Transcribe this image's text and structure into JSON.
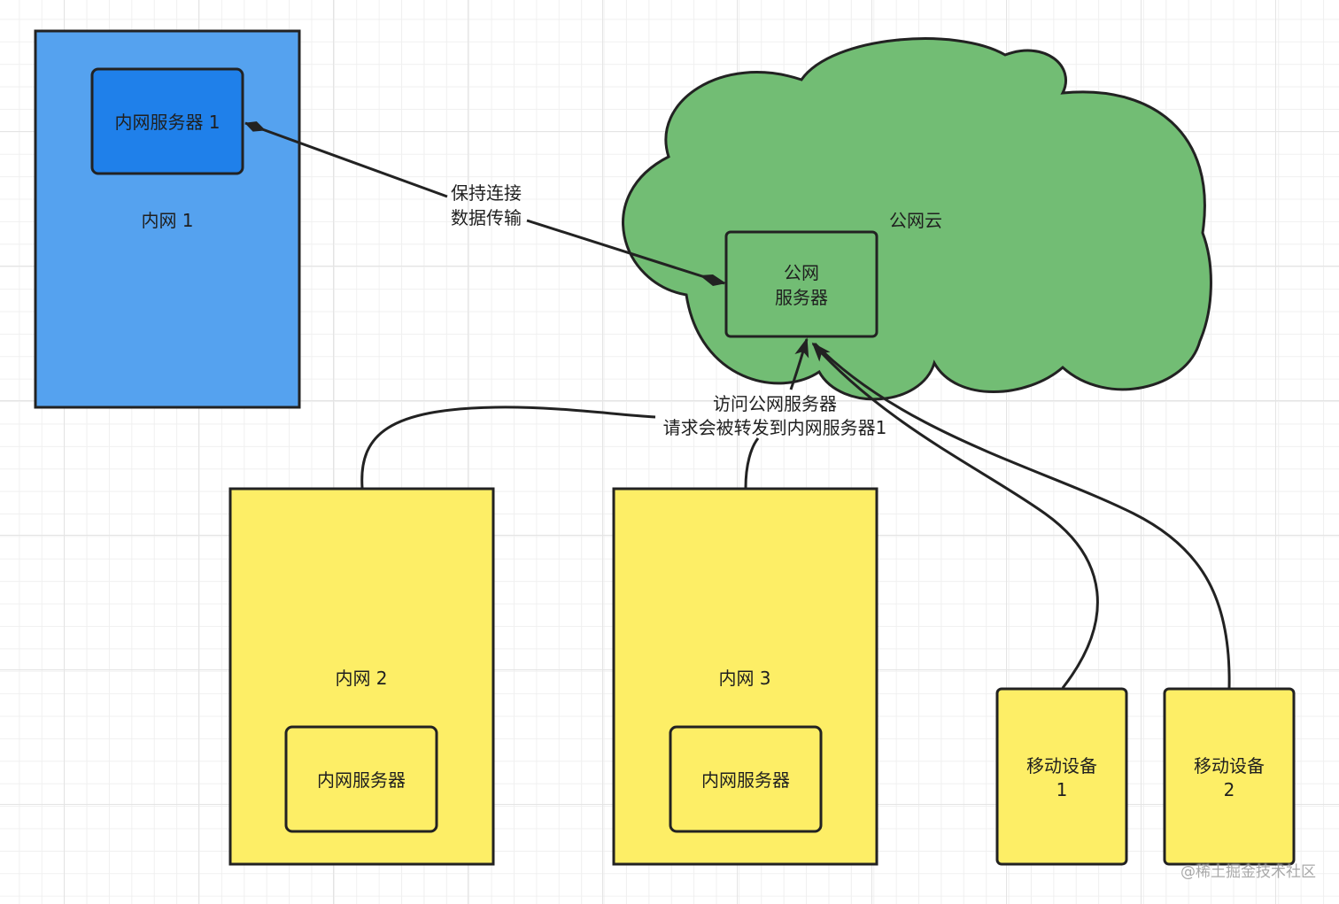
{
  "colors": {
    "intranet1_fill": "#55a2ef",
    "intranet1_server_fill": "#1f80ea",
    "cloud_fill": "#72bd74",
    "yellow_fill": "#fdee66",
    "stroke": "#222222"
  },
  "nodes": {
    "intranet1": {
      "label": "内网 1"
    },
    "intranet1_server": {
      "label": "内网服务器 1"
    },
    "public_cloud": {
      "label": "公网云"
    },
    "public_server": {
      "label_line1": "公网",
      "label_line2": "服务器"
    },
    "intranet2": {
      "label": "内网 2"
    },
    "intranet2_server": {
      "label": "内网服务器"
    },
    "intranet3": {
      "label": "内网 3"
    },
    "intranet3_server": {
      "label": "内网服务器"
    },
    "mobile1": {
      "label_line1": "移动设备",
      "label_line2": "1"
    },
    "mobile2": {
      "label_line1": "移动设备",
      "label_line2": "2"
    }
  },
  "edges": {
    "keepalive": {
      "label_line1": "保持连接",
      "label_line2": "数据传输"
    },
    "access": {
      "label_line1": "访问公网服务器",
      "label_line2": "请求会被转发到内网服务器1"
    }
  },
  "watermark": "@稀土掘金技术社区"
}
